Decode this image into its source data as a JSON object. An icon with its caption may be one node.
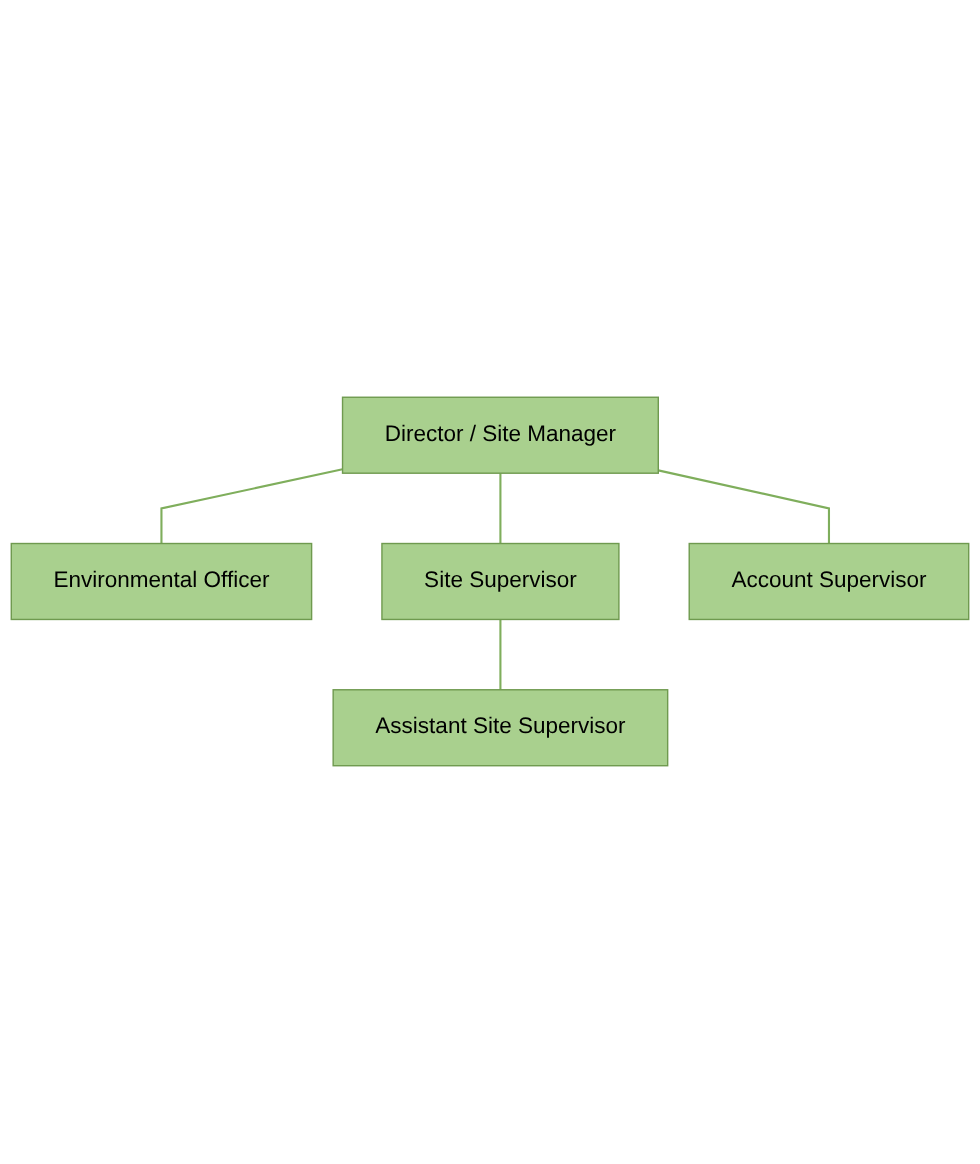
{
  "diagram": {
    "nodes": [
      {
        "text": [
          "Director / Site Manager"
        ]
      },
      {
        "text": [
          "Environmental Officer"
        ]
      },
      {
        "text": [
          "Site Supervisor"
        ]
      },
      {
        "text": [
          "Account Supervisor"
        ]
      },
      {
        "text": [
          "Assistant Site Supervisor"
        ]
      }
    ],
    "edges": [
      {
        "from": 0,
        "to": 1,
        "arrow": "none"
      },
      {
        "from": 0,
        "to": 2,
        "arrow": "none"
      },
      {
        "from": 0,
        "to": 3,
        "arrow": "none"
      },
      {
        "from": 2,
        "to": 4,
        "arrow": "none"
      }
    ]
  }
}
